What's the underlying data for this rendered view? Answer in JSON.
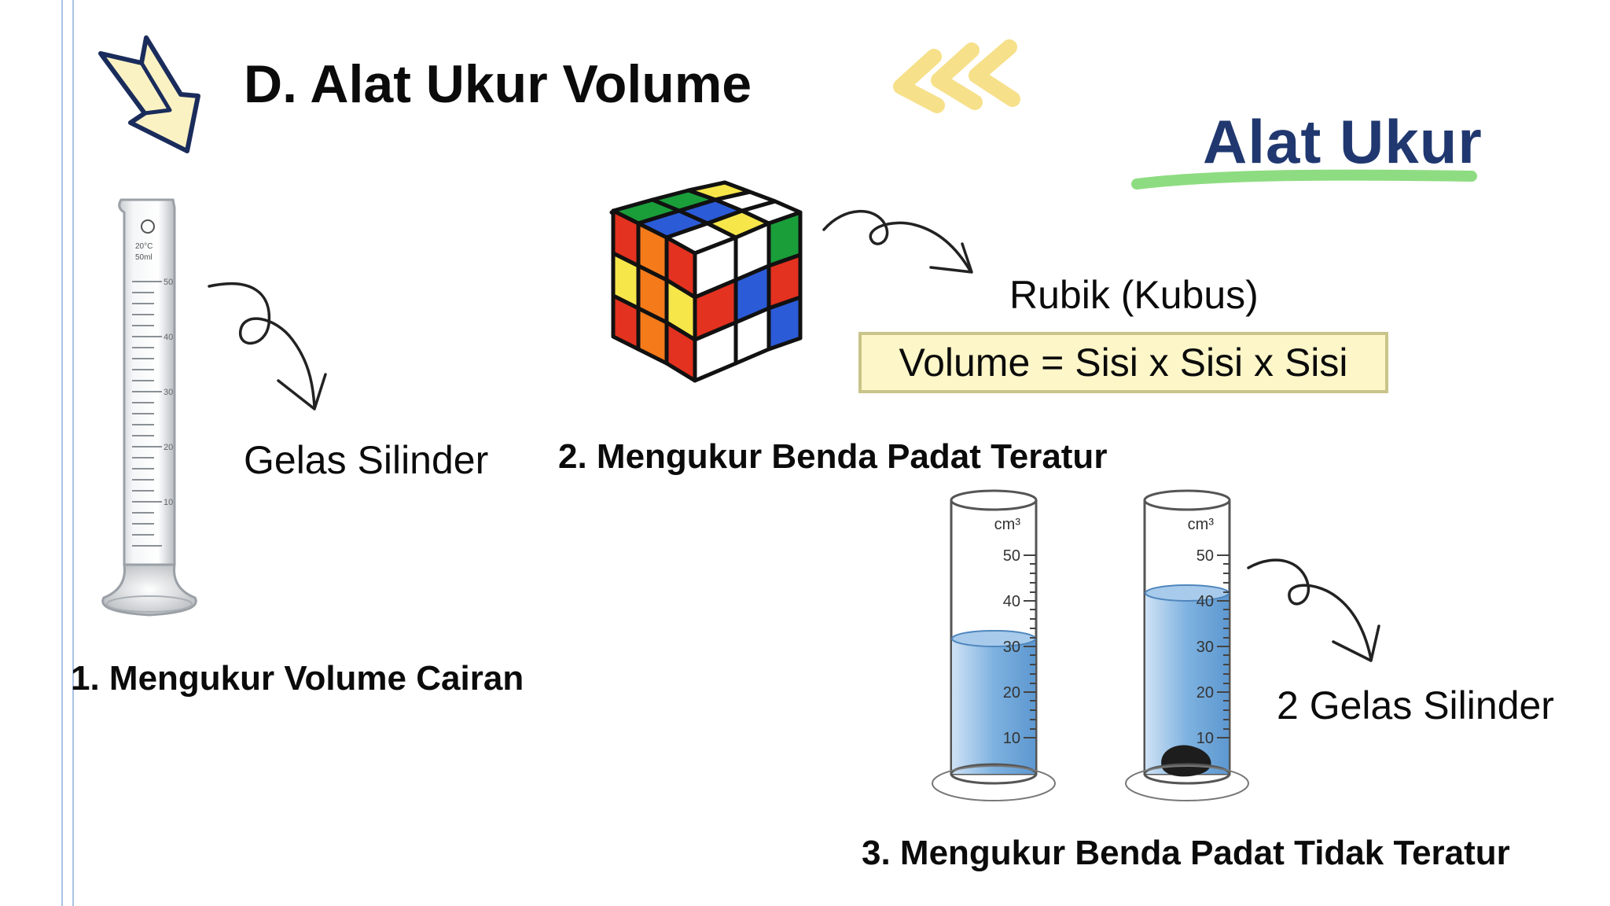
{
  "title": "D. Alat Ukur Volume",
  "tag": "Alat Ukur",
  "sections": {
    "liquid": {
      "heading": "1. Mengukur Volume Cairan",
      "tool": "Gelas Silinder"
    },
    "regular": {
      "heading": "2. Mengukur Benda Padat Teratur",
      "object": "Rubik (Kubus)",
      "formula": "Volume = Sisi x Sisi x Sisi"
    },
    "irregular": {
      "heading": "3. Mengukur Benda Padat Tidak Teratur",
      "tool": "2 Gelas Silinder"
    }
  },
  "cylinder_small": {
    "label": "20°C\n50ml",
    "ticks": [
      "50",
      "40",
      "30",
      "20",
      "10"
    ]
  },
  "cylinders": {
    "unit": "cm",
    "unit_sup": "3",
    "ticks": [
      "50",
      "40",
      "30",
      "20",
      "10"
    ],
    "left_level": 30,
    "right_level": 40
  },
  "colors": {
    "title_accent": "#20386f",
    "highlight": "#7ad66b",
    "water": "#6ea8dc",
    "box_fill": "#fdf6c8",
    "box_border": "#c9c489",
    "chevrons": "#f6e08a"
  },
  "icons": [
    "arrow-down-right-icon",
    "chevrons-left-icon",
    "curly-arrow-icon"
  ]
}
